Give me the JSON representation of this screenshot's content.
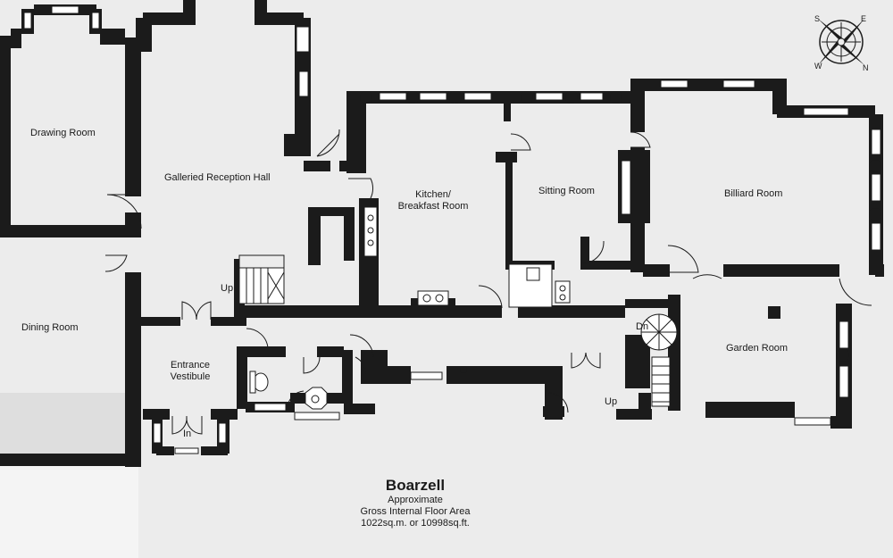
{
  "rooms": {
    "drawing_room": "Drawing Room",
    "galleried_hall": "Galleried Reception Hall",
    "kitchen_line1": "Kitchen/",
    "kitchen_line2": "Breakfast Room",
    "sitting_room": "Sitting Room",
    "billiard_room": "Billiard Room",
    "dining_room": "Dining Room",
    "entrance_line1": "Entrance",
    "entrance_line2": "Vestibule",
    "garden_room": "Garden Room"
  },
  "markers": {
    "up_stairs_left": "Up",
    "up_stairs_right": "Up",
    "down_stairs": "Dn",
    "entrance_in": "In"
  },
  "title_block": {
    "name": "Boarzell",
    "line1": "Approximate",
    "line2": "Gross Internal Floor Area",
    "line3": "1022sq.m. or 10998sq.ft."
  },
  "compass": {
    "n": "N",
    "s": "S",
    "e": "E",
    "w": "W"
  },
  "colors": {
    "wall": "#1b1b1b",
    "paper": "#ebebeb",
    "window": "#ffffff"
  }
}
